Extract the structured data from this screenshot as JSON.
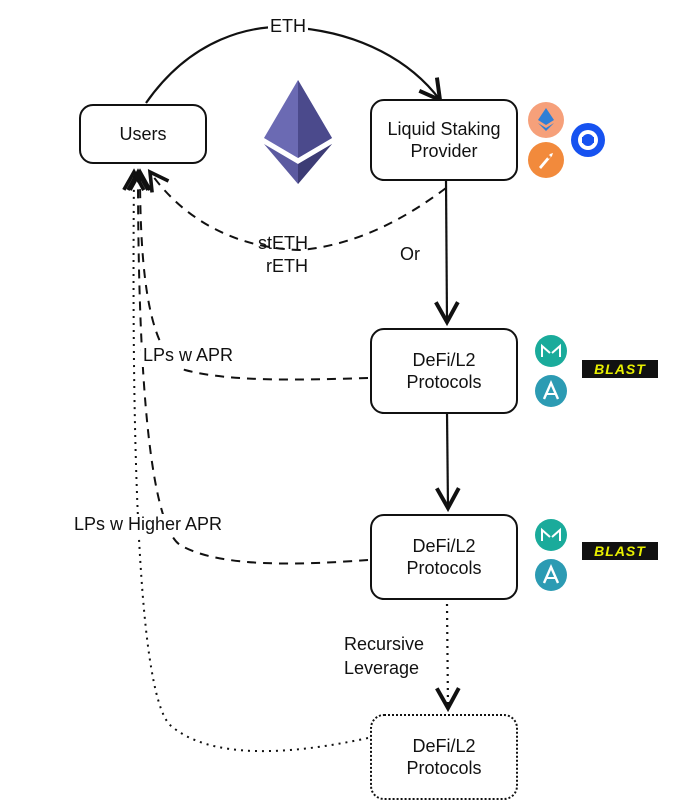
{
  "nodes": {
    "users": "Users",
    "liquid_staking": {
      "line1": "Liquid Staking",
      "line2": "Provider"
    },
    "defi1": {
      "line1": "DeFi/L2",
      "line2": "Protocols"
    },
    "defi2": {
      "line1": "DeFi/L2",
      "line2": "Protocols"
    },
    "defi3": {
      "line1": "DeFi/L2",
      "line2": "Protocols"
    }
  },
  "edges": {
    "eth": "ETH",
    "steth": "stETH",
    "reth": "rETH",
    "or": "Or",
    "lps_apr": "LPs w APR",
    "lps_higher_apr": "LPs w Higher APR",
    "recursive": "Recursive",
    "leverage": "Leverage"
  },
  "logos": {
    "blast1": "BLAST",
    "blast2": "BLAST"
  },
  "colors": {
    "ethereum": "#5b5aa0",
    "lido": "#f6a07a",
    "rocketpool": "#f28a3c",
    "coinbase": "#1652f0",
    "maker": "#1aab9b",
    "aave": "#2c9bb3",
    "blast_text": "#e8f000"
  }
}
